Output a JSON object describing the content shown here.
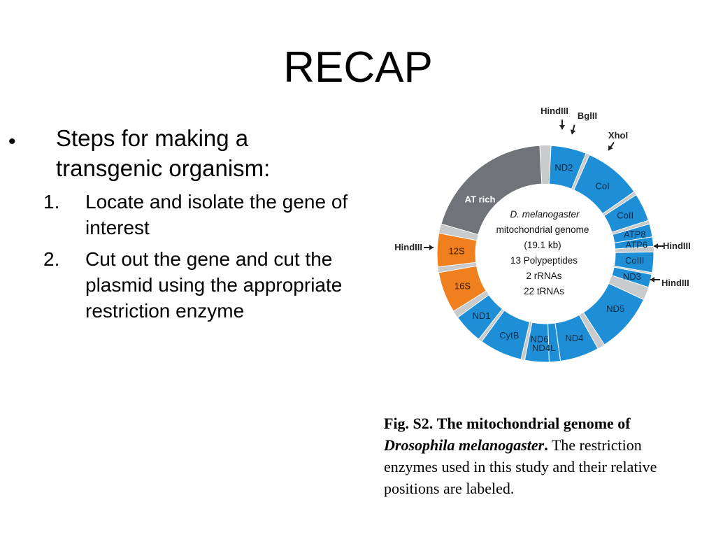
{
  "slide": {
    "title": "RECAP",
    "bullet_char": "•",
    "lead": "Steps for making a transgenic organism:",
    "steps": [
      {
        "num": "1.",
        "text": "Locate and isolate the gene of interest"
      },
      {
        "num": "2.",
        "text": "Cut out the gene and cut the plasmid using the appropriate restriction enzyme"
      }
    ]
  },
  "figure": {
    "center": {
      "line1": "D. melanogaster",
      "line2": "mitochondrial genome",
      "line3": "(19.1 kb)",
      "line4": "13 Polypeptides",
      "line5": "2 rRNAs",
      "line6": "22 tRNAs"
    },
    "colors": {
      "protein": "#1e8fd6",
      "rrna": "#f0801e",
      "at_rich": "#707377",
      "trna_gap": "#c8cacc",
      "label_dark": "#ffffff"
    },
    "segments": [
      {
        "name": "ND2",
        "fill": "protein",
        "text_color": "#0a2a44"
      },
      {
        "name": "CoI",
        "fill": "protein",
        "text_color": "#0a2a44"
      },
      {
        "name": "CoII",
        "fill": "protein",
        "text_color": "#0a2a44"
      },
      {
        "name": "ATP8",
        "fill": "protein",
        "text_color": "#0a2a44"
      },
      {
        "name": "ATP6",
        "fill": "protein",
        "text_color": "#0a2a44"
      },
      {
        "name": "CoIII",
        "fill": "protein",
        "text_color": "#0a2a44"
      },
      {
        "name": "ND3",
        "fill": "protein",
        "text_color": "#0a2a44"
      },
      {
        "name": "ND5",
        "fill": "protein",
        "text_color": "#0a2a44"
      },
      {
        "name": "ND4",
        "fill": "protein",
        "text_color": "#0a2a44"
      },
      {
        "name": "ND4L",
        "fill": "protein",
        "text_color": "#0a2a44"
      },
      {
        "name": "ND6",
        "fill": "protein",
        "text_color": "#0a2a44"
      },
      {
        "name": "CytB",
        "fill": "protein",
        "text_color": "#0a2a44"
      },
      {
        "name": "ND1",
        "fill": "protein",
        "text_color": "#0a2a44"
      },
      {
        "name": "16S",
        "fill": "rrna",
        "text_color": "#3a1a00"
      },
      {
        "name": "12S",
        "fill": "rrna",
        "text_color": "#3a1a00"
      },
      {
        "name": "AT rich",
        "fill": "at_rich",
        "text_color": "#ffffff"
      }
    ],
    "restriction_sites": [
      {
        "name": "HindIII"
      },
      {
        "name": "BglII"
      },
      {
        "name": "XhoI"
      },
      {
        "name": "HindIII"
      },
      {
        "name": "HindIII"
      },
      {
        "name": "HindIII"
      }
    ],
    "caption": {
      "label": "Fig. S2.",
      "title_a": "The mitochondrial genome of",
      "title_b": "Drosophila melanogaster",
      "title_end": ".",
      "rest": "The restriction enzymes used in this study and their relative positions are labeled."
    }
  }
}
